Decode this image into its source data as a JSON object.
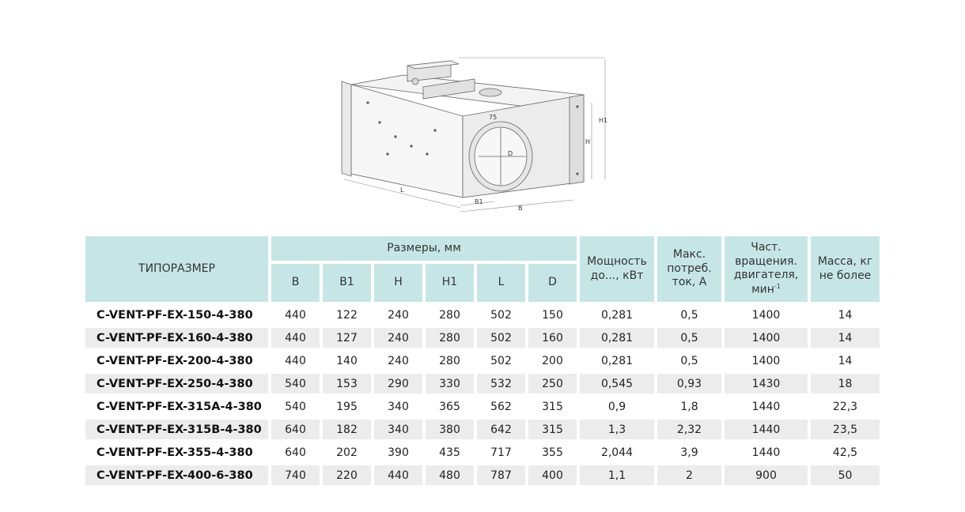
{
  "drawing": {
    "dimension_labels": {
      "l": "L",
      "b1": "B1",
      "b": "B",
      "h": "H",
      "h1": "H1",
      "d": "D",
      "angle": "75"
    }
  },
  "table": {
    "header": {
      "model": "ТИПОРАЗМЕР",
      "dimensions_group": "Размеры, мм",
      "dims": [
        "B",
        "B1",
        "H",
        "H1",
        "L",
        "D"
      ],
      "power": "Мощность до..., кВт",
      "current": "Макс. потреб. ток, А",
      "speed": "Част. вращения. двигателя, мин",
      "speed_sup": "-1",
      "mass": "Масса, кг не более"
    },
    "rows": [
      {
        "model": "C-VENT-PF-EX-150-4-380",
        "b": "440",
        "b1": "122",
        "h": "240",
        "h1": "280",
        "l": "502",
        "d": "150",
        "power": "0,281",
        "current": "0,5",
        "speed": "1400",
        "mass": "14"
      },
      {
        "model": "C-VENT-PF-EX-160-4-380",
        "b": "440",
        "b1": "127",
        "h": "240",
        "h1": "280",
        "l": "502",
        "d": "160",
        "power": "0,281",
        "current": "0,5",
        "speed": "1400",
        "mass": "14"
      },
      {
        "model": "C-VENT-PF-EX-200-4-380",
        "b": "440",
        "b1": "140",
        "h": "240",
        "h1": "280",
        "l": "502",
        "d": "200",
        "power": "0,281",
        "current": "0,5",
        "speed": "1400",
        "mass": "14"
      },
      {
        "model": "C-VENT-PF-EX-250-4-380",
        "b": "540",
        "b1": "153",
        "h": "290",
        "h1": "330",
        "l": "532",
        "d": "250",
        "power": "0,545",
        "current": "0,93",
        "speed": "1430",
        "mass": "18"
      },
      {
        "model": "C-VENT-PF-EX-315A-4-380",
        "b": "540",
        "b1": "195",
        "h": "340",
        "h1": "365",
        "l": "562",
        "d": "315",
        "power": "0,9",
        "current": "1,8",
        "speed": "1440",
        "mass": "22,3"
      },
      {
        "model": "C-VENT-PF-EX-315B-4-380",
        "b": "640",
        "b1": "182",
        "h": "340",
        "h1": "380",
        "l": "642",
        "d": "315",
        "power": "1,3",
        "current": "2,32",
        "speed": "1440",
        "mass": "23,5"
      },
      {
        "model": "C-VENT-PF-EX-355-4-380",
        "b": "640",
        "b1": "202",
        "h": "390",
        "h1": "435",
        "l": "717",
        "d": "355",
        "power": "2,044",
        "current": "3,9",
        "speed": "1440",
        "mass": "42,5"
      },
      {
        "model": "C-VENT-PF-EX-400-6-380",
        "b": "740",
        "b1": "220",
        "h": "440",
        "h1": "480",
        "l": "787",
        "d": "400",
        "power": "1,1",
        "current": "2",
        "speed": "900",
        "mass": "50"
      }
    ]
  }
}
